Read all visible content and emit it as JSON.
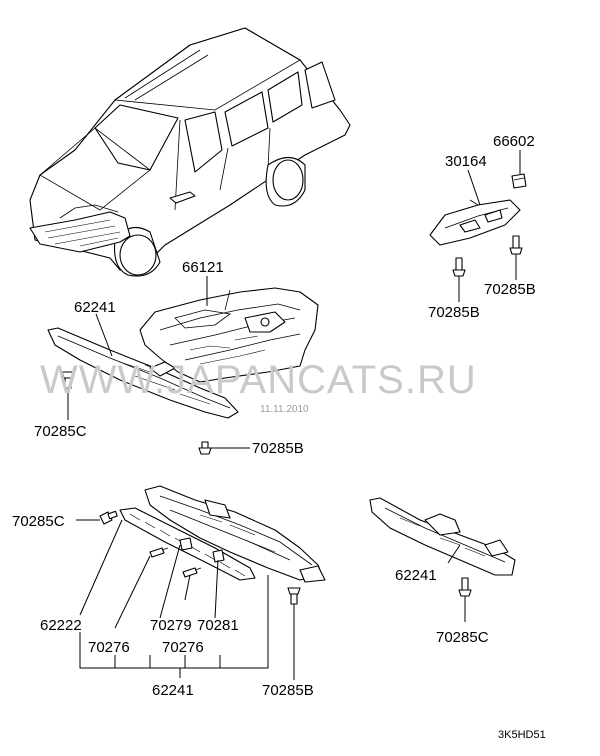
{
  "watermark": {
    "text": "WWW.JAPANCATS.RU",
    "date": "11.11.2010"
  },
  "diagram_code": "3K5HD51",
  "labels": {
    "p66602": "66602",
    "p30164": "30164",
    "p70285B_a": "70285B",
    "p70285B_b": "70285B",
    "p66121": "66121",
    "p62241_a": "62241",
    "p70285C_a": "70285C",
    "p70285B_c": "70285B",
    "p70285C_b": "70285C",
    "p62222": "62222",
    "p70279": "70279",
    "p70281": "70281",
    "p70276_a": "70276",
    "p70276_b": "70276",
    "p62241_b": "62241",
    "p70285B_d": "70285B",
    "p62241_c": "62241",
    "p70285C_c": "70285C"
  }
}
